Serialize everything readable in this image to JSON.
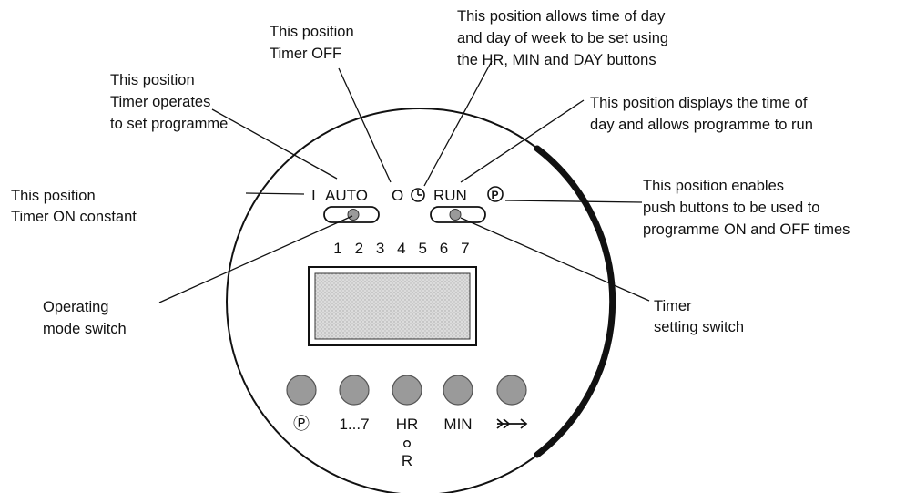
{
  "callouts": {
    "timer_on_constant": [
      "This position",
      "Timer ON constant"
    ],
    "timer_operates": [
      "This position",
      "Timer operates",
      "to set programme"
    ],
    "timer_off": [
      "This position",
      "Timer OFF"
    ],
    "time_of_day_set": [
      "This position allows time of day",
      "and day of week to be set using",
      "the HR, MIN and DAY buttons"
    ],
    "displays_time": [
      "This position displays the time of",
      "day and allows programme to run"
    ],
    "enables_push_buttons": [
      "This position enables",
      "push buttons to be used to",
      "programme ON and OFF times"
    ],
    "operating_mode_switch": [
      "Operating",
      "mode switch"
    ],
    "timer_setting_switch": [
      "Timer",
      "setting switch"
    ]
  },
  "device": {
    "mode_labels": {
      "on": "I",
      "auto": "AUTO",
      "off": "O"
    },
    "setting_labels": {
      "run": "RUN"
    },
    "day_numbers": [
      "1",
      "2",
      "3",
      "4",
      "5",
      "6",
      "7"
    ],
    "buttons": [
      {
        "label": "Ⓟ",
        "sub": ""
      },
      {
        "label": "1...7",
        "sub": ""
      },
      {
        "label": "HR",
        "sub": "R"
      },
      {
        "label": "MIN",
        "sub": ""
      },
      {
        "label": "",
        "sub": ""
      }
    ]
  },
  "icons": [
    "clock-icon",
    "programme-p-icon",
    "forward-arrows-icon",
    "reset-circle-icon"
  ],
  "colors": {
    "ink": "#111111",
    "display": "#d9d9d9",
    "button": "#9a9a9a",
    "case_shadow": "#111111"
  }
}
